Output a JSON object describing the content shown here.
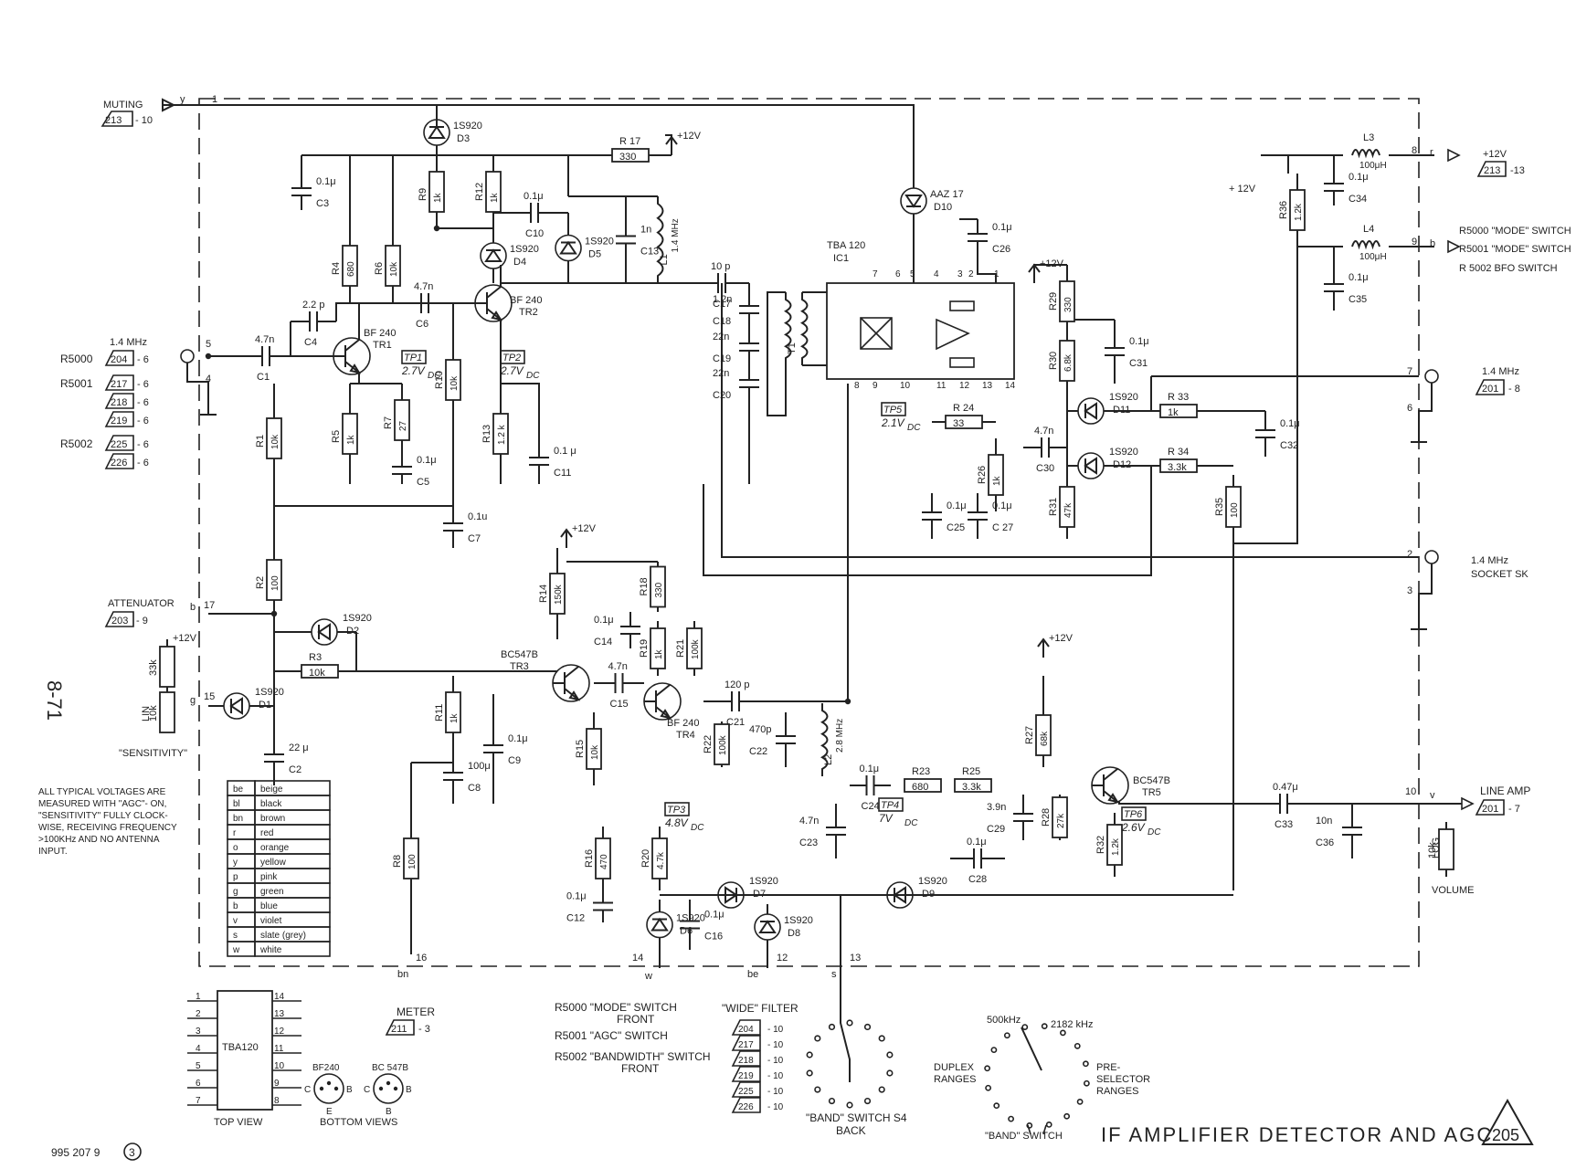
{
  "title": "IF AMPLIFIER DETECTOR AND AGC",
  "page_badge": "205",
  "side_code": "8-71",
  "doc_number_a": "995 207 9",
  "doc_number_b": "3",
  "notes": [
    "ALL TYPICAL VOLTAGES ARE",
    "MEASURED WITH \"AGC\"- ON,",
    "\"SENSITIVITY\" FULLY CLOCK-",
    "WISE, RECEIVING FREQUENCY",
    ">100KHz AND NO ANTENNA",
    "INPUT."
  ],
  "color_codes": [
    {
      "code": "be",
      "name": "beige"
    },
    {
      "code": "bl",
      "name": "black"
    },
    {
      "code": "bn",
      "name": "brown"
    },
    {
      "code": "r",
      "name": "red"
    },
    {
      "code": "o",
      "name": "orange"
    },
    {
      "code": "y",
      "name": "yellow"
    },
    {
      "code": "p",
      "name": "pink"
    },
    {
      "code": "g",
      "name": "green"
    },
    {
      "code": "b",
      "name": "blue"
    },
    {
      "code": "v",
      "name": "violet"
    },
    {
      "code": "s",
      "name": "slate (grey)"
    },
    {
      "code": "w",
      "name": "white"
    }
  ],
  "ports": {
    "muting": "MUTING",
    "muting_ref": "213",
    "muting_ref_pin": "- 10",
    "y": "y",
    "pin1": "1",
    "input_freq": "1.4 MHz",
    "r5000": "R5000",
    "r5001": "R5001",
    "r5002": "R5002",
    "tri_204": "204",
    "tri_217": "217",
    "tri_218": "218",
    "tri_219": "219",
    "tri_225": "225",
    "tri_226": "226",
    "dash6": "- 6",
    "pin5": "5",
    "pin4": "4",
    "attenuator": "ATTENUATOR",
    "att_ref": "203",
    "att_pin": "- 9",
    "b": "b",
    "pin17": "17",
    "pin15": "15",
    "g": "g",
    "sensitivity": "\"SENSITIVITY\"",
    "lin": "LIN",
    "plus12": "+12V",
    "meter": "METER",
    "meter_ref": "211",
    "meter_pin": "- 3",
    "pin16": "16",
    "bn": "bn",
    "pin14": "14",
    "w": "w",
    "pin12": "12",
    "be": "be",
    "pin13": "13",
    "s": "s",
    "mode_front": "R5000 \"MODE\" SWITCH",
    "front": "FRONT",
    "agc_sw": "R5001 \"AGC\" SWITCH",
    "bw_sw": "R5002 \"BANDWIDTH\" SWITCH",
    "front2": "FRONT",
    "wide_filter": "\"WIDE\" FILTER",
    "dash10": "- 10",
    "band_s4": "\"BAND\" SWITCH S4",
    "back": "BACK",
    "pin8": "8",
    "r": "r",
    "ref_213_13": "213",
    "ref_213_13_pin": "-13",
    "plus12_a": "+12V",
    "plus12_b": "+ 12V",
    "mode_sw_a": "R5000 \"MODE\" SWITCH",
    "mode_sw_b": "R5001 \"MODE\" SWITCH",
    "bfo_sw": "R 5002 BFO SWITCH",
    "pin9": "9",
    "pin7": "7",
    "pin6": "6",
    "out_freq": "1.4 MHz",
    "ref_201": "201",
    "ref_201_pin": "- 8",
    "pin2": "2",
    "pin3": "3",
    "socket_freq": "1.4 MHz",
    "socket_sk": "SOCKET SK",
    "pin10": "10",
    "v": "v",
    "line_amp": "LINE AMP",
    "line_ref": "201",
    "line_pin": "- 7",
    "volume": "VOLUME",
    "log": "LOG"
  },
  "components": {
    "D3": "D3",
    "D3v": "1S920",
    "R17": "R 17",
    "R17v": "330",
    "C3": "C3",
    "C3v": "0.1μ",
    "R9": "R9",
    "R9v": "1k",
    "R12": "R12",
    "R12v": "1k",
    "C10": "C10",
    "C10v": "0.1μ",
    "L1": "L1",
    "L1v": "1.4 MHz",
    "C13": "C13",
    "C13v": "1n",
    "D4": "D4",
    "D4v": "1S920",
    "D5": "D5",
    "D5v": "1S920",
    "R4": "R4",
    "R4v": "680",
    "R6": "R6",
    "R6v": "10k",
    "C4": "C4",
    "C4v": "2.2 p",
    "C6": "C6",
    "C6v": "4.7n",
    "TR1": "TR1",
    "TR1v": "BF 240",
    "TR2": "TR2",
    "TR2v": "BF 240",
    "C1": "C1",
    "C1v": "4.7n",
    "TP1": "TP1",
    "TP1v": "2.7V",
    "TP2": "TP2",
    "TP2v": "2.7V",
    "DC": "DC",
    "R1": "R1",
    "R1v": "10k",
    "R5": "R5",
    "R5v": "1k",
    "R7": "R7",
    "R7v": "27",
    "R10": "R10",
    "R10v": "10k",
    "R13": "R13",
    "R13v": "1.2 k",
    "C5": "C5",
    "C5v": "0.1μ",
    "C11": "C11",
    "C11v": "0.1 μ",
    "C7": "C7",
    "C7v": "0.1u",
    "R2": "R2",
    "R2v": "100",
    "D2": "D2",
    "D2v": "1S920",
    "R3": "R3",
    "R3v": "10k",
    "R33k": "33k",
    "R10kpot": "10k",
    "D1": "D1",
    "D1v": "1S920",
    "C2": "C2",
    "C2v": "22 μ",
    "R11": "R11",
    "R11v": "1k",
    "C8": "C8",
    "C8v": "100μ",
    "C9": "C9",
    "C9v": "0.1μ",
    "R8": "R8",
    "R8v": "100",
    "R14": "R14",
    "R14v": "150k",
    "R18": "R18",
    "R18v": "330",
    "C14": "C14",
    "C14v": "0.1μ",
    "R19": "R19",
    "R19v": "1k",
    "R21": "R21",
    "R21v": "100k",
    "TR3": "TR3",
    "TR3v": "BC547B",
    "TR4": "TR4",
    "TR4v": "BF 240",
    "C15": "C15",
    "C15v": "4.7n",
    "C21": "C21",
    "C21v": "120 p",
    "R15": "R15",
    "R15v": "10k",
    "R22": "R22",
    "R22v": "100k",
    "C22": "C22",
    "C22v": "470p",
    "L2": "L2",
    "L2v": "2.8 MHz",
    "TP3": "TP3",
    "TP3v": "4.8V",
    "R16": "R16",
    "R16v": "470",
    "R20": "R20",
    "R20v": "4.7k",
    "C12": "C12",
    "C12v": "0.1μ",
    "D6": "D6",
    "D6v": "1S920",
    "C16": "C16",
    "C16v": "0.1μ",
    "D7": "D7",
    "D7v": "1S920",
    "D8": "D8",
    "D8v": "1S920",
    "D9": "D9",
    "D9v": "1S920",
    "C17": "C17",
    "C17v": "10 p",
    "T1": "T1",
    "C18": "C18",
    "C18v": "1.2n",
    "C19": "C19",
    "C19v": "22n",
    "C20": "C20",
    "C20v": "22n",
    "IC1": "IC1",
    "IC1v": "TBA 120",
    "D10": "D10",
    "D10v": "AAZ 17",
    "C26": "C26",
    "C26v": "0.1μ",
    "TP5": "TP5",
    "TP5v": "2.1V",
    "R24": "R 24",
    "R24v": "33",
    "C25": "C25",
    "C25v": "0.1μ",
    "C27": "C 27",
    "C27v": "0.1μ",
    "R26": "R26",
    "R26v": "1k",
    "C30": "C30",
    "C30v": "4.7n",
    "R29": "R29",
    "R29v": "330",
    "R30": "R30",
    "R30v": "6.8k",
    "C31": "C31",
    "C31v": "0.1μ",
    "R31": "R31",
    "R31v": "47k",
    "D11": "D11",
    "D11v": "1S920",
    "D12": "D12",
    "D12v": "1S920",
    "R33": "R 33",
    "R33v": "1k",
    "R34": "R 34",
    "R34v": "3.3k",
    "C32": "C32",
    "C32v": "0.1μ",
    "R35": "R35",
    "R35v": "100",
    "R36": "R36",
    "R36v": "1.2k",
    "L3": "L3",
    "L3v": "100μH",
    "L4": "L4",
    "L4v": "100μH",
    "C34": "C34",
    "C34v": "0.1μ",
    "C35": "C35",
    "C35v": "0.1μ",
    "C24": "C24",
    "C24v": "0.1μ",
    "R23": "R23",
    "R23v": "680",
    "R25": "R25",
    "R25v": "3.3k",
    "TP4": "TP4",
    "TP4v": "7V",
    "C23": "C23",
    "C23v": "4.7n",
    "R27": "R27",
    "R27v": "68k",
    "C29": "C29",
    "C29v": "3.9n",
    "R28": "R28",
    "R28v": "27k",
    "C28": "C28",
    "C28v": "0.1μ",
    "R32": "R32",
    "R32v": "1.2k",
    "TR5": "TR5",
    "TR5v": "BC547B",
    "TP6": "TP6",
    "TP6v": "2.6V",
    "C33": "C33",
    "C33v": "0.47μ",
    "C36": "C36",
    "C36v": "10n"
  },
  "ic_pins": {
    "p1": "1",
    "p2": "2",
    "p3": "3",
    "p4": "4",
    "p5": "5",
    "p6": "6",
    "p7": "7",
    "p8": "8",
    "p9": "9",
    "p10": "10",
    "p11": "11",
    "p12": "12",
    "p13": "13",
    "p14": "14"
  },
  "pinout": {
    "chip": "TBA120",
    "top_view": "TOP VIEW",
    "left_pins": [
      "1",
      "2",
      "3",
      "4",
      "5",
      "6",
      "7"
    ],
    "right_pins": [
      "14",
      "13",
      "12",
      "11",
      "10",
      "9",
      "8"
    ],
    "bf240": "BF240",
    "bc547b": "BC 547B",
    "c": "C",
    "b": "B",
    "e": "E",
    "bottom_views": "BOTTOM VIEWS"
  },
  "band_switch": {
    "f1": "500kHz",
    "f2": "2182 kHz",
    "duplex": [
      "DUPLEX",
      "RANGES"
    ],
    "preselector": [
      "PRE-",
      "SELECTOR",
      "RANGES"
    ],
    "label": "\"BAND\" SWITCH"
  }
}
